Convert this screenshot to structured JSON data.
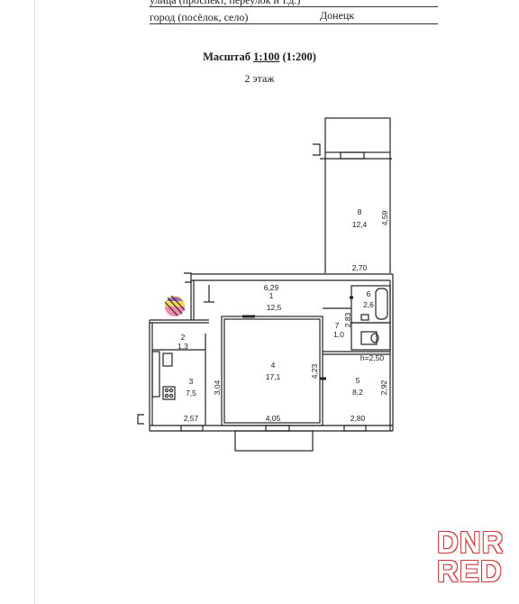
{
  "header": {
    "street_label": "улица (проспект, переулок и т.д.)",
    "city_label": "город (посёлок, село)",
    "city_value": "Донецк"
  },
  "title": {
    "prefix": "Масштаб",
    "scale_main": "1:100",
    "scale_alt": "(1:200)",
    "floor": "2 этаж"
  },
  "plan": {
    "rooms": [
      {
        "num": "8",
        "area": "12,4"
      },
      {
        "num": "1",
        "area": "12,5"
      },
      {
        "num": "6",
        "area": "2,6"
      },
      {
        "num": "7",
        "area": "1,0"
      },
      {
        "num": "2",
        "area": "1,3"
      },
      {
        "num": "3",
        "area": "7,5"
      },
      {
        "num": "4",
        "area": "17,1"
      },
      {
        "num": "5",
        "area": "8,2"
      }
    ],
    "dimensions": [
      "4,59",
      "2,70",
      "6,29",
      "2,83",
      "h=2,50",
      "4,23",
      "3,04",
      "2,92",
      "2,57",
      "4,05",
      "2,80"
    ]
  },
  "watermark": {
    "line1": "DNR",
    "line2": "RED",
    "color": "#c8393b"
  }
}
